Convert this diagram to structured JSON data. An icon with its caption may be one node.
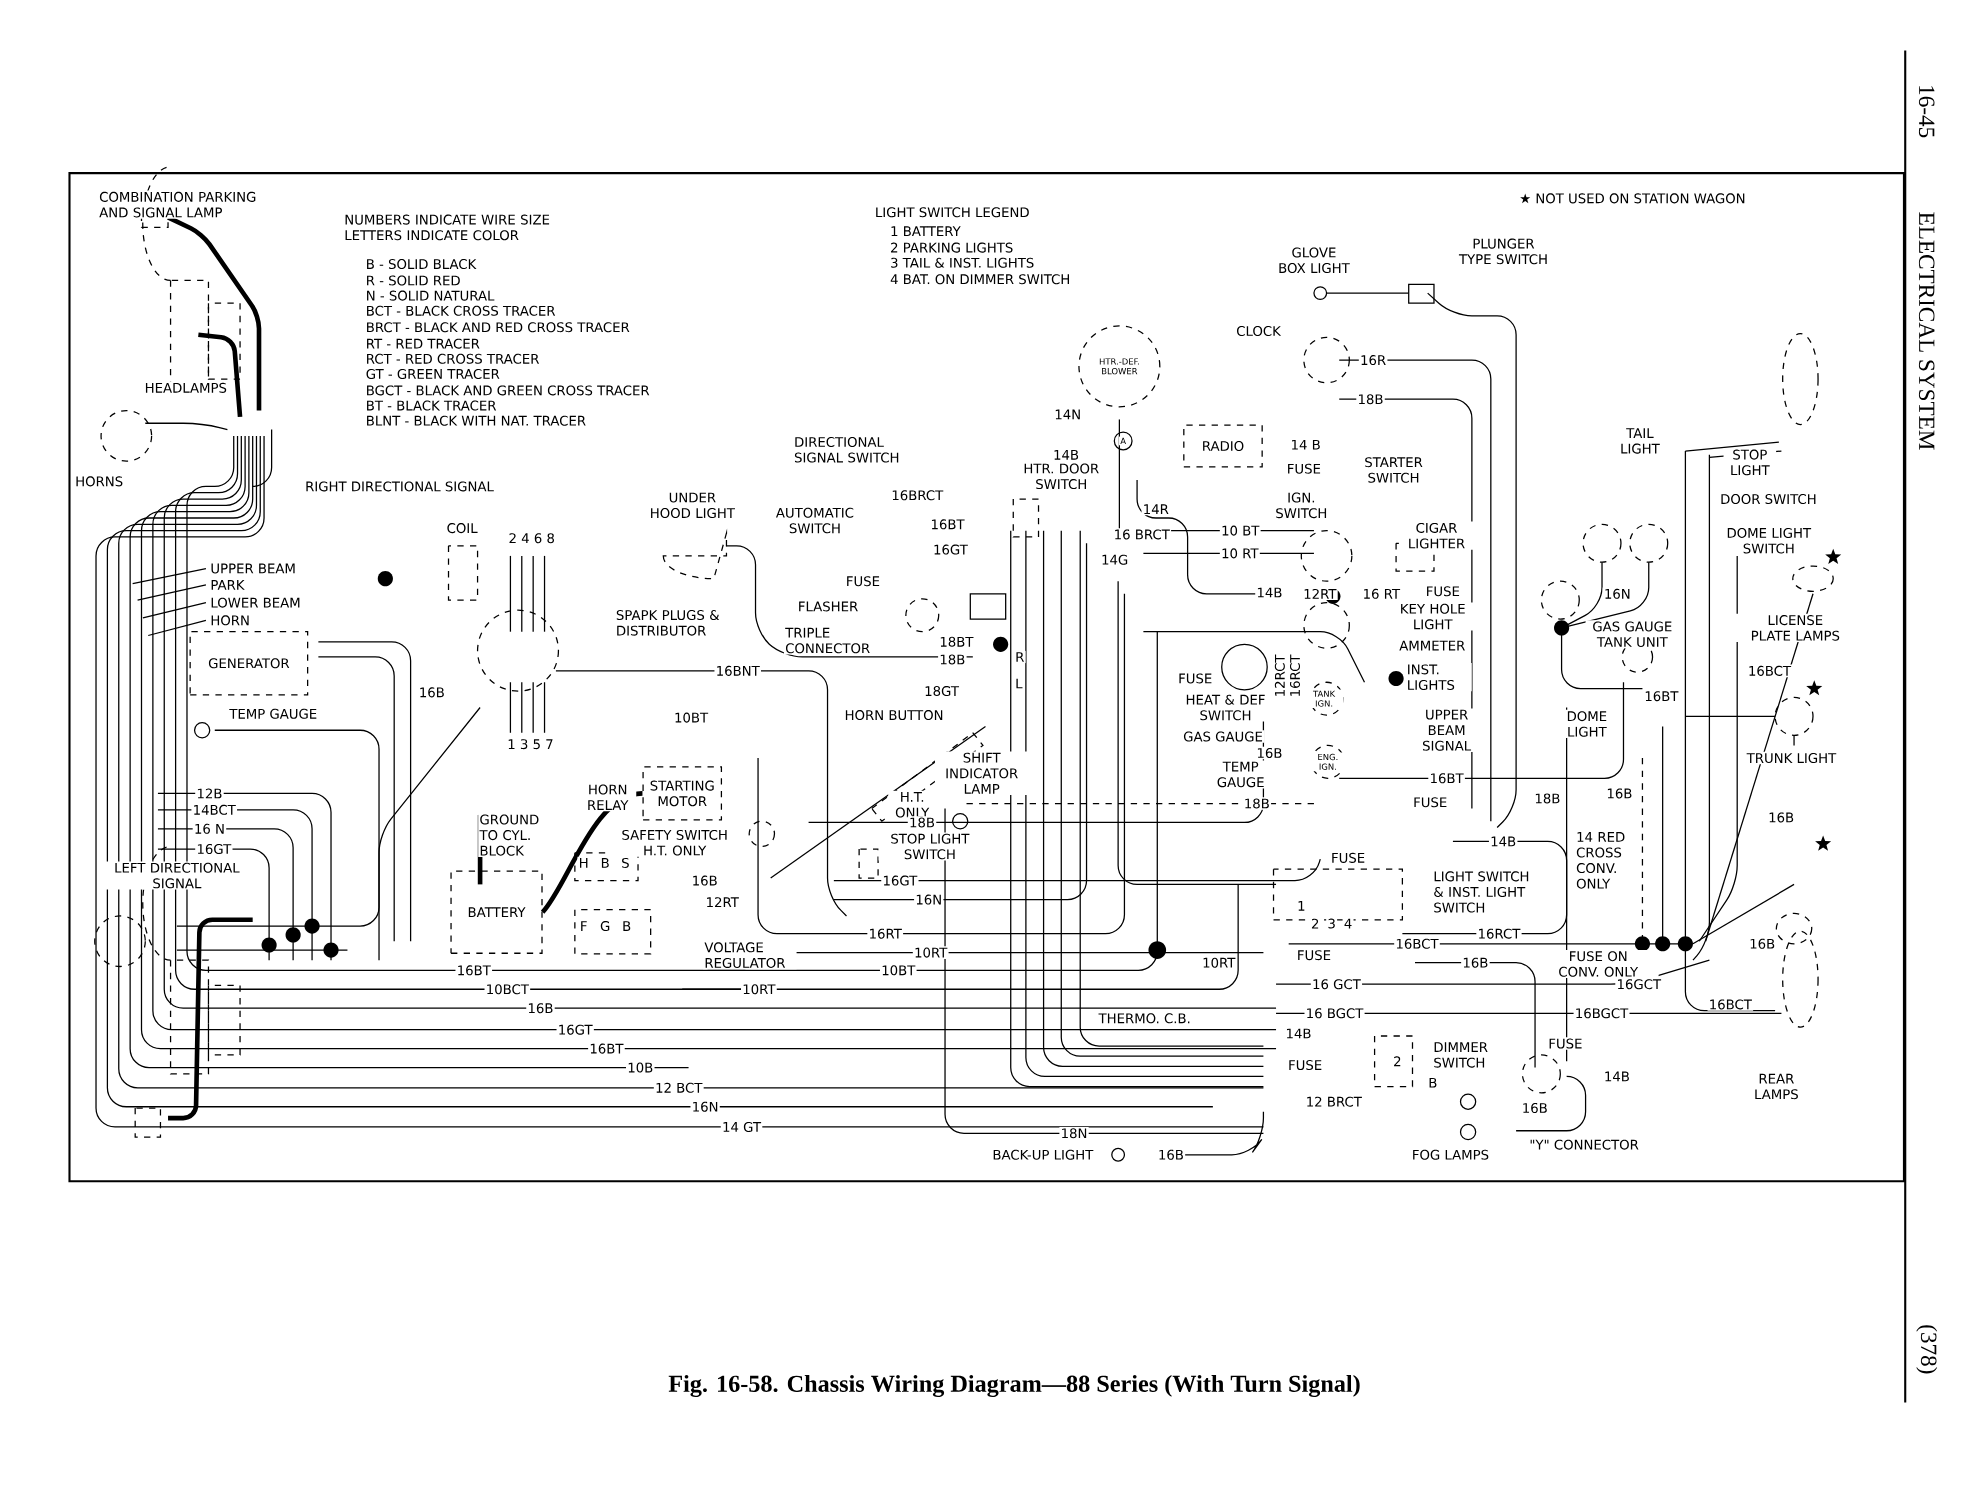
{
  "diagram": {
    "caption": "Fig. 16-58. Chassis Wiring Diagram—88 Series (With Turn Signal)",
    "nodes": [
      {
        "text": [
          "HTR.-DEF. BLOWER"
        ]
      },
      {
        "text": [
          "RADIO"
        ]
      },
      {
        "text": [
          "GENERATOR"
        ]
      },
      {
        "text": [
          "STARTING MOTOR"
        ]
      },
      {
        "text": [
          "BATTERY"
        ]
      }
    ],
    "edges": [
      {
        "from": 4,
        "to": 3,
        "arrow": "none"
      }
    ],
    "labels": [
      "16-45",
      "ELECTRICAL SYSTEM",
      "COMBINATION PARKING AND SIGNAL LAMP",
      "NUMBERS INDICATE WIRE SIZE LETTERS INDICATE COLOR",
      "B - SOLID BLACK",
      "R - SOLID RED",
      "N - SOLID NATURAL",
      "BCT - BLACK CROSS TRACER",
      "BRCT - BLACK AND RED CROSS TRACER",
      "RT - RED TRACER",
      "RCT - RED CROSS TRACER",
      "GT - GREEN TRACER",
      "BGCT - BLACK AND GREEN CROSS TRACER",
      "BT - BLACK TRACER",
      "BLNT - BLACK WITH NAT. TRACER",
      "LIGHT SWITCH LEGEND",
      "1 BATTERY",
      "2 PARKING LIGHTS",
      "3 TAIL & INST. LIGHTS",
      "4 BAT. ON DIMMER SWITCH",
      "★ NOT USED ON STATION WAGON",
      "GLOVE BOX LIGHT",
      "PLUNGER TYPE SWITCH",
      "CLOCK",
      "16R",
      "18B",
      "14N",
      "14 B",
      "FUSE",
      "STARTER SWITCH",
      "IGN. SWITCH",
      "DIRECTIONAL SIGNAL SWITCH",
      "14B",
      "HTR. DOOR SWITCH",
      "16BRCT",
      "14R",
      "16 BRCT",
      "10 BT",
      "10 RT",
      "CIGAR LIGHTER",
      "16BT",
      "16GT",
      "UNDER HOOD LIGHT",
      "AUTOMATIC SWITCH",
      "COIL",
      "2 4 6 8",
      "UPPER BEAM",
      "PARK",
      "LOWER BEAM",
      "HORN",
      "14G",
      "14B",
      "12RT",
      "16 RT",
      "FUSE",
      "16N",
      "FUSE",
      "FLASHER",
      "TRIPLE CONNECTOR",
      "SPAPK PLUGS & DISTRIBUTOR",
      "18BT",
      "KEY HOLE LIGHT",
      "GAS GAUGE TANK UNIT",
      "LICENSE PLATE LAMPS",
      "AMMETER",
      "18B",
      "R",
      "L",
      "18GT",
      "16BNT",
      "FUSE",
      "HEAT & DEF SWITCH",
      "GAS GAUGE",
      "16B",
      "TEMP GAUGE",
      "12RCT",
      "16RCT",
      "TANK IGN.",
      "ENG. IGN.",
      "INST. LIGHTS",
      "UPPER BEAM SIGNAL",
      "16BT",
      "DOME LIGHT",
      "16BCT",
      "TRUNK LIGHT",
      "TEMP GAUGE",
      "16BT",
      "18B",
      "FUSE",
      "18B",
      "16B",
      "16B",
      "HORN BUTTON",
      "SHIFT INDICATOR LAMP",
      "H.T. ONLY",
      "18B",
      "10BT",
      "HORN RELAY",
      "GROUND TO CYL. BLOCK",
      "SAFETY SWITCH H.T. ONLY",
      "H",
      "B",
      "S",
      "F",
      "G",
      "B",
      "STOP LIGHT SWITCH",
      "16GT",
      "16N",
      "16B",
      "12RT",
      "16RT",
      "10RT",
      "10BT",
      "10RT",
      "VOLTAGE REGULATOR",
      "12B",
      "14BCT",
      "16 N",
      "16GT",
      "LEFT DIRECTIONAL SIGNAL",
      "14 RED CROSS CONV. ONLY",
      "14B",
      "FUSE",
      "LIGHT SWITCH & INST. LIGHT SWITCH",
      "16BCT",
      "16RCT",
      "FUSE ON CONV. ONLY",
      "16B",
      "16GCT",
      "16BGCT",
      "16BCT",
      "REAR LAMPS",
      "10RT",
      "FUSE",
      "16 GCT",
      "16 BGCT",
      "14B",
      "FUSE",
      "DIMMER SWITCH",
      "B",
      "16B",
      "THERMO. C.B.",
      "12 BRCT",
      "FUSE",
      "14B",
      "16B",
      "18N",
      "BACK-UP LIGHT",
      "16B",
      "FOG LAMPS",
      "\"Y\" CONNECTOR",
      "16BT",
      "10BCT",
      "16B",
      "16GT",
      "16BT",
      "10B",
      "12 BCT",
      "16N",
      "14 GT",
      "HEADLAMPS",
      "HORNS",
      "RIGHT DIRECTIONAL SIGNAL",
      "TAIL LIGHT",
      "STOP LIGHT",
      "DOOR SWITCH",
      "DOME LIGHT SWITCH",
      "16B",
      "1 3 5 7",
      "1",
      "2",
      "3",
      "4",
      "2",
      "(378)",
      "A"
    ]
  }
}
